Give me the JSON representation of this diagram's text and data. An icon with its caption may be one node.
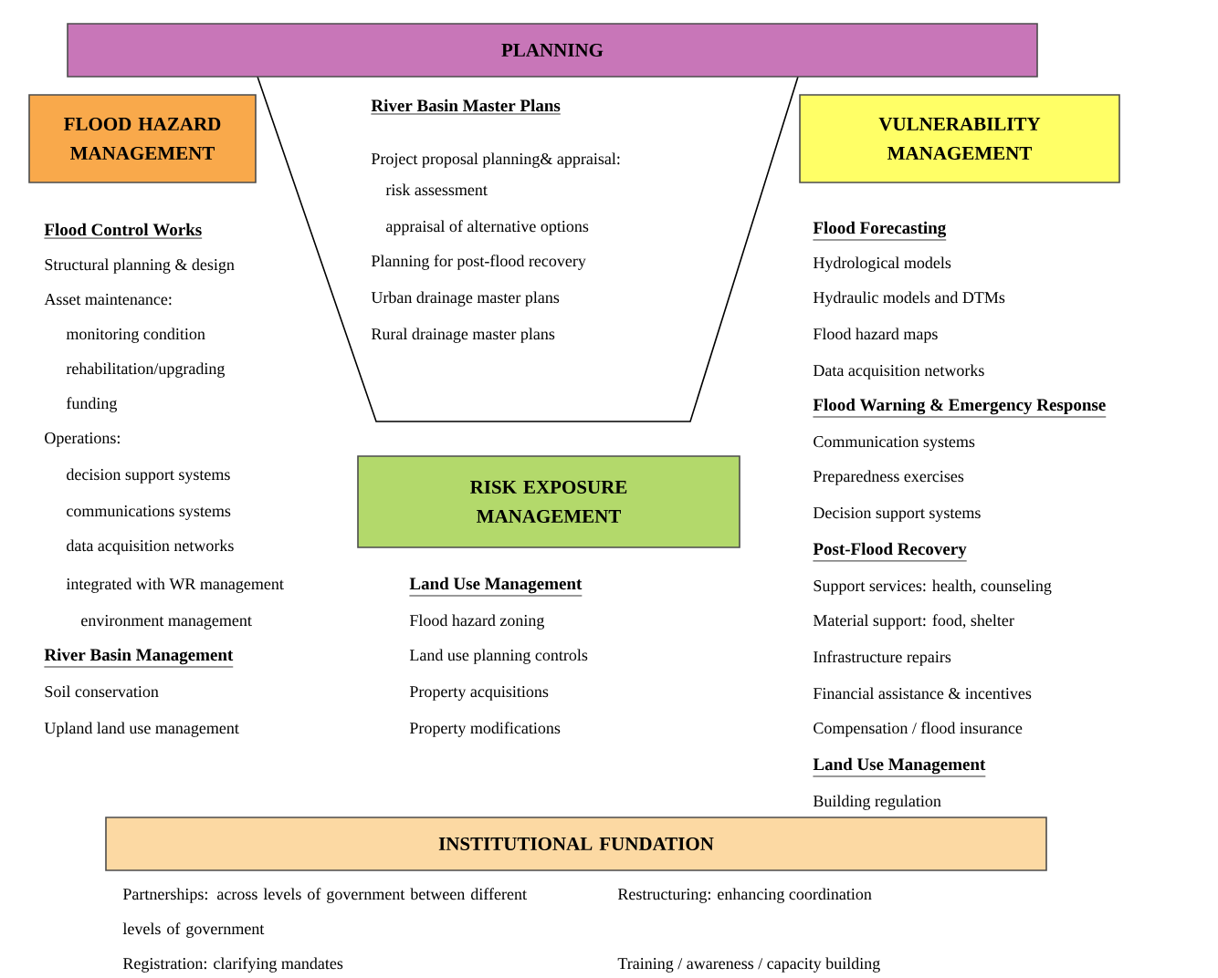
{
  "diagram": {
    "nodes": [
      {
        "text": [
          "PLANNING"
        ]
      },
      {
        "text": [
          "River Basin Master Plans",
          "Project proposal planning& appraisal:",
          "risk assessment",
          "appraisal of alternative options",
          "Planning for post-flood recovery",
          "Urban drainage master plans",
          "Rural drainage master plans"
        ]
      },
      {
        "text": [
          "FLOOD HAZARD MANAGEMENT"
        ]
      },
      {
        "text": [
          "VULNERABILITY MANAGEMENT"
        ]
      },
      {
        "text": [
          "RISK EXPOSURE MANAGEMENT"
        ]
      },
      {
        "text": [
          "INSTITUTIONAL FUNDATION"
        ]
      }
    ],
    "labels": [
      "Flood Control Works",
      "Structural planning & design",
      "Asset maintenance:",
      "monitoring condition",
      "rehabilitation/upgrading",
      "funding",
      "Operations:",
      "decision support systems",
      "communications systems",
      "data acquisition networks",
      "integrated with WR management",
      "environment management",
      "River Basin Management",
      "Soil conservation",
      "Upland land use management",
      "Land Use Management",
      "Flood hazard zoning",
      "Land use planning controls",
      "Property acquisitions",
      "Property modifications",
      "Flood Forecasting",
      "Hydrological models",
      "Hydraulic models and DTMs",
      "Flood hazard maps",
      "Data acquisition networks",
      "Flood Warning & Emergency Response",
      "Communication systems",
      "Preparedness exercises",
      "Decision support systems",
      "Post-Flood Recovery",
      "Support services: health, counseling",
      "Material support: food, shelter",
      "Infrastructure repairs",
      "Financial assistance & incentives",
      "Compensation / flood insurance",
      "Land Use Management",
      "Building regulation",
      "Partnerships: across levels of government between different levels of government",
      "Restructuring: enhancing coordination",
      "Registration: clarifying mandates",
      "Training / awareness / capacity building"
    ]
  }
}
